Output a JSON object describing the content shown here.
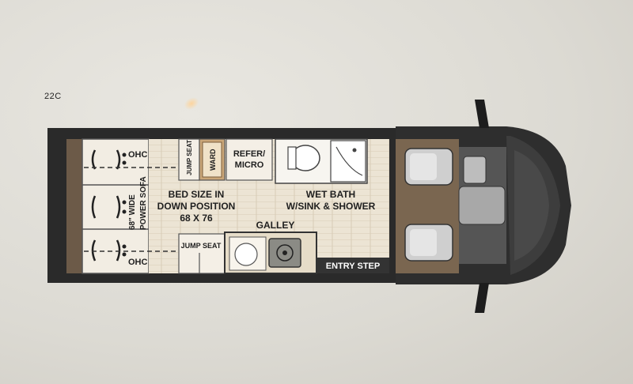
{
  "model": "22C",
  "labels": {
    "ohc_top": "OHC",
    "ohc_bottom": "OHC",
    "sofa_line1": "68\" WIDE",
    "sofa_line2": "POWER SOFA",
    "jump_seat_top": "JUMP SEAT",
    "ward": "WARD",
    "refer_line1": "REFER/",
    "refer_line2": "MICRO",
    "bed_line1": "BED SIZE IN",
    "bed_line2": "DOWN POSITION",
    "bed_line3": "68 X 76",
    "wet_bath_line1": "WET BATH",
    "wet_bath_line2": "W/SINK & SHOWER",
    "galley": "GALLEY",
    "jump_seat_bottom": "JUMP SEAT",
    "entry_step": "ENTRY STEP"
  },
  "colors": {
    "body_dark": "#2b2b2b",
    "floor": "#e8dfcf",
    "cab_floor": "#7a6650",
    "entry_step_bg": "#333333",
    "cabinet": "#f4efe6",
    "wood_accent": "#b08a5c"
  }
}
